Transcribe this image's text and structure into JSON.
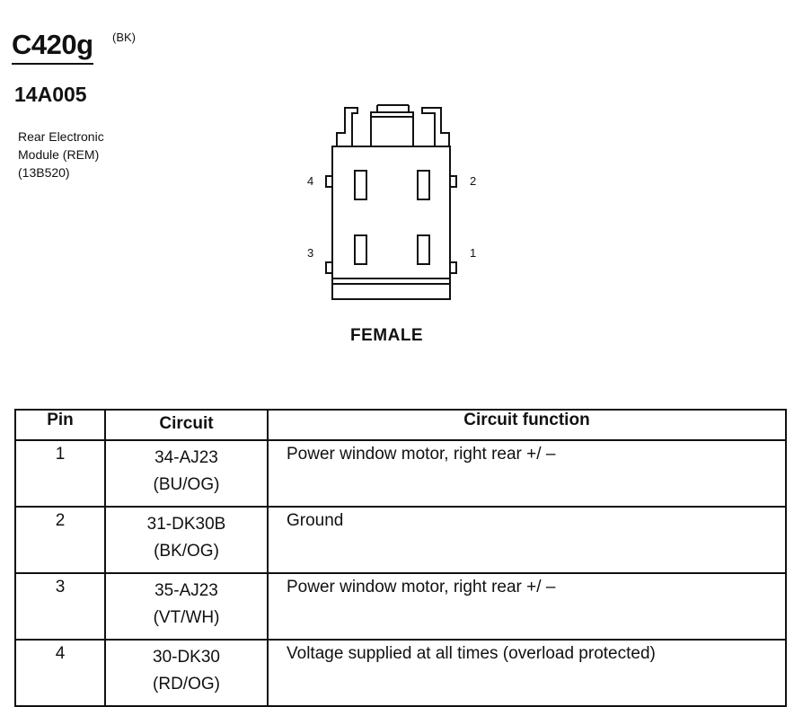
{
  "connector": {
    "id": "C420g",
    "color_code": "(BK)"
  },
  "part_number": "14A005",
  "description": [
    "Rear Electronic",
    "Module (REM)",
    "(13B520)"
  ],
  "diagram": {
    "view_label": "FEMALE",
    "pin_labels": {
      "p4": "4",
      "p2": "2",
      "p3": "3",
      "p1": "1"
    }
  },
  "table": {
    "headers": {
      "pin": "Pin",
      "circuit": "Circuit",
      "function": "Circuit function"
    },
    "rows": [
      {
        "pin": "1",
        "circuit": "34-AJ23",
        "wire": "(BU/OG)",
        "function": "Power window motor, right rear  +/ –"
      },
      {
        "pin": "2",
        "circuit": "31-DK30B",
        "wire": "(BK/OG)",
        "function": "Ground"
      },
      {
        "pin": "3",
        "circuit": "35-AJ23",
        "wire": "(VT/WH)",
        "function": "Power window motor, right rear  +/ –"
      },
      {
        "pin": "4",
        "circuit": "30-DK30",
        "wire": "(RD/OG)",
        "function": "Voltage supplied at all times (overload protected)"
      }
    ]
  }
}
